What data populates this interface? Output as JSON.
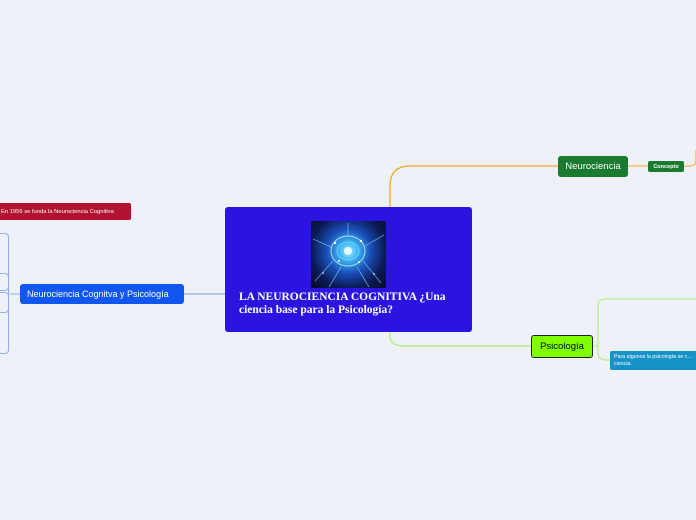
{
  "diagram": {
    "central": {
      "title": "LA NEUROCIENCIA COGNITIVA ¿Una ciencia base para la Psicología?",
      "image": "brain-network-image",
      "color": "#2b13e0"
    },
    "nodes": {
      "neurociencia": {
        "label": "Neurociencia",
        "color": "#1a7a30"
      },
      "concepto": {
        "label": "Concepto",
        "color": "#1a7a30"
      },
      "psicologia": {
        "label": "Psicología",
        "color": "#7fff00"
      },
      "psicologia_nota": {
        "label": "Para algunos la psicología se c... ciencia.",
        "color": "#1593c9"
      },
      "neuro_cognitiva": {
        "label": "Neurociencia Cognitva y Psicología",
        "color": "#1256f0"
      },
      "hito_1956": {
        "label": "En 1956 se funda la Neurociencia Cognitiva",
        "color": "#b0122f"
      }
    },
    "connector_colors": {
      "neurociencia": "#f5a623",
      "psicologia": "#a8f06a",
      "neuro_cognitiva": "#8fb0f2",
      "hito_1956": "#e08a94"
    }
  }
}
